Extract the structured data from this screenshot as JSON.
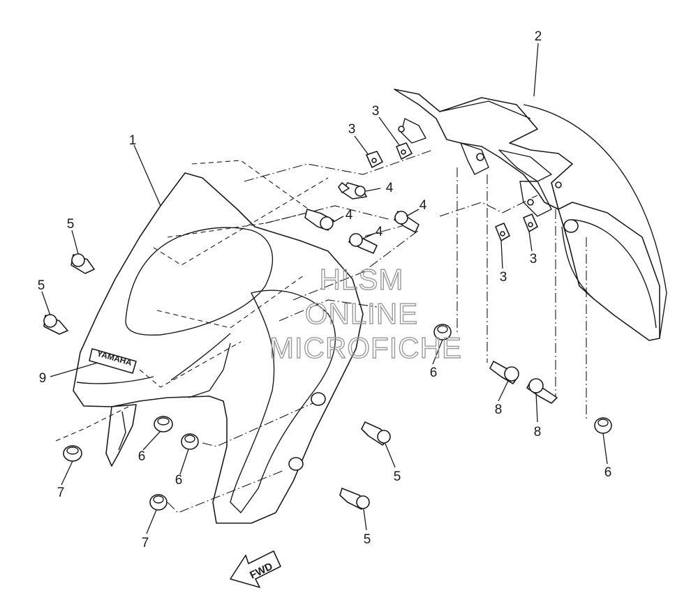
{
  "watermark": {
    "line1": "HLSM",
    "line2": "ONLINE",
    "line3": "MICROFICHE"
  },
  "brand_text": "YAMAHA",
  "direction_label": "FWD",
  "callouts": [
    {
      "id": "1a",
      "label": "1"
    },
    {
      "id": "2a",
      "label": "2"
    },
    {
      "id": "3a",
      "label": "3"
    },
    {
      "id": "3b",
      "label": "3"
    },
    {
      "id": "3c",
      "label": "3"
    },
    {
      "id": "3d",
      "label": "3"
    },
    {
      "id": "4a",
      "label": "4"
    },
    {
      "id": "4b",
      "label": "4"
    },
    {
      "id": "4c",
      "label": "4"
    },
    {
      "id": "4d",
      "label": "4"
    },
    {
      "id": "5a",
      "label": "5"
    },
    {
      "id": "5b",
      "label": "5"
    },
    {
      "id": "5c",
      "label": "5"
    },
    {
      "id": "5d",
      "label": "5"
    },
    {
      "id": "6a",
      "label": "6"
    },
    {
      "id": "6b",
      "label": "6"
    },
    {
      "id": "6c",
      "label": "6"
    },
    {
      "id": "6d",
      "label": "6"
    },
    {
      "id": "7a",
      "label": "7"
    },
    {
      "id": "7b",
      "label": "7"
    },
    {
      "id": "8a",
      "label": "8"
    },
    {
      "id": "8b",
      "label": "8"
    },
    {
      "id": "9a",
      "label": "9"
    }
  ]
}
